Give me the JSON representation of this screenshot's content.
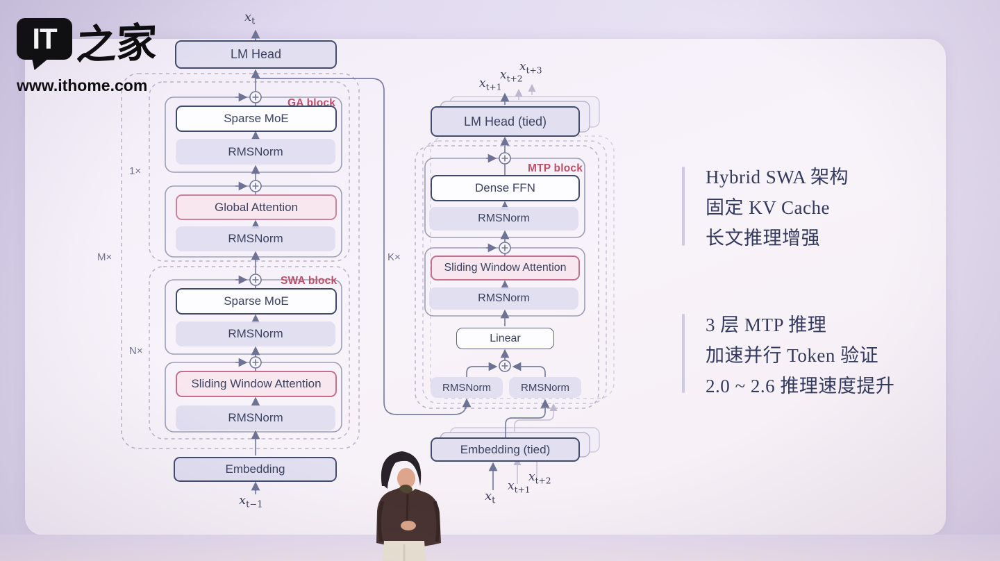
{
  "logo": {
    "bubble_text": "IT",
    "brand_cn": "之家",
    "site_url": "www.ithome.com"
  },
  "labels": {
    "lm_head": "LM Head",
    "lm_head_tied": "LM Head (tied)",
    "sparse_moe": "Sparse MoE",
    "rmsnorm": "RMSNorm",
    "global_attention": "Global Attention",
    "sliding_window_attention": "Sliding Window Attention",
    "dense_ffn": "Dense FFN",
    "linear": "Linear",
    "embedding": "Embedding",
    "embedding_tied": "Embedding (tied)"
  },
  "block_tags": {
    "ga": "GA block",
    "swa": "SWA block",
    "mtp": "MTP block"
  },
  "multipliers": {
    "ga": "1×",
    "outer": "M×",
    "swa": "N×",
    "mtp": "K×"
  },
  "math": {
    "x": "x",
    "sub_t": "t",
    "sub_t_minus_1": "t−1",
    "sub_t_plus_1": "t+1",
    "sub_t_plus_2": "t+2",
    "sub_t_plus_3": "t+3"
  },
  "notes": {
    "block1": [
      "Hybrid SWA 架构",
      "固定 KV Cache",
      "长文推理增强"
    ],
    "block2": [
      "3 层 MTP 推理",
      "加速并行 Token 验证",
      "2.0 ~ 2.6 推理速度提升"
    ]
  },
  "colors": {
    "block_tag": "#c14f68",
    "attention_fill": "#f8e7ee",
    "attention_border": "#c9849c",
    "navy_border": "#3f4a6b",
    "lavender_fill": "#e2dff1",
    "note_text": "#333a5e"
  }
}
